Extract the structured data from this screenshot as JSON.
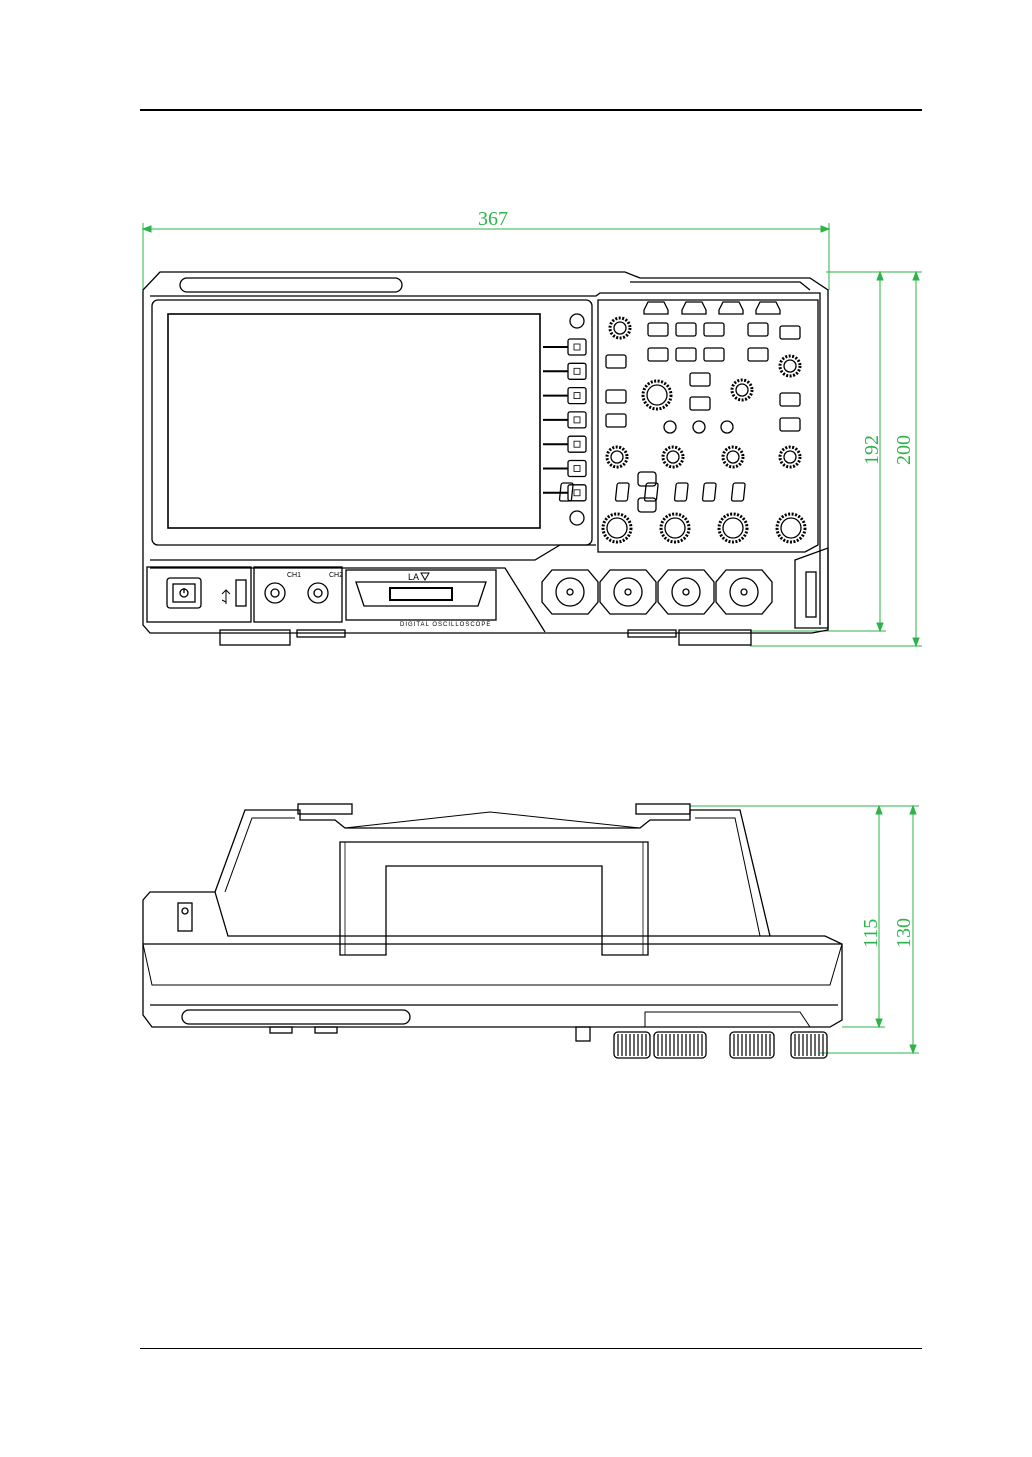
{
  "colors": {
    "dimension": "#2cb34a",
    "line": "#000000"
  },
  "front_view": {
    "width_dim": "367",
    "height_dim_inner": "192",
    "height_dim_outer": "200",
    "ch1_label": "CH1",
    "ch2_label": "CH2",
    "la_label": "LA",
    "product_label": "DIGITAL OSCILLOSCOPE"
  },
  "side_view": {
    "height_dim_inner": "115",
    "height_dim_outer": "130"
  }
}
